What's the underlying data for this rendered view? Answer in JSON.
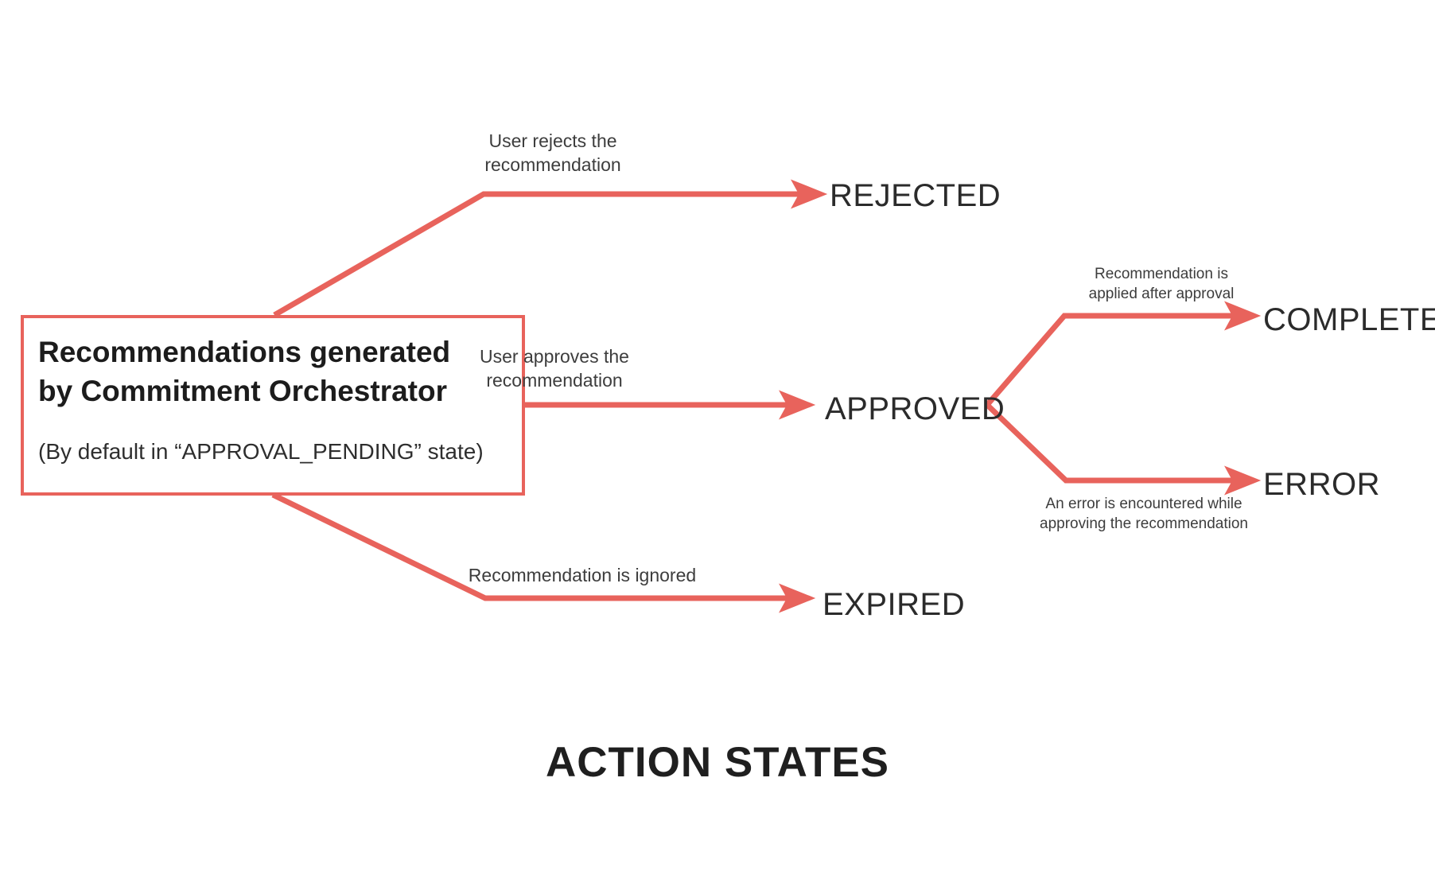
{
  "diagram": {
    "title": "ACTION STATES",
    "accent_color": "#e8635c",
    "text_color": "#2b2b2b",
    "background": "#ffffff",
    "source_node": {
      "title": "Recommendations generated\nby Commitment Orchestrator",
      "subtitle": "(By default in “APPROVAL_PENDING” state)"
    },
    "edges": [
      {
        "id": "to-rejected",
        "label": "User rejects the\nrecommendation",
        "from": "source_node",
        "to": "REJECTED"
      },
      {
        "id": "to-approved",
        "label": "User approves the\nrecommendation",
        "from": "source_node",
        "to": "APPROVED"
      },
      {
        "id": "to-expired",
        "label": "Recommendation is ignored",
        "from": "source_node",
        "to": "EXPIRED"
      },
      {
        "id": "to-completed",
        "label": "Recommendation is\napplied after approval",
        "from": "APPROVED",
        "to": "COMPLETED"
      },
      {
        "id": "to-error",
        "label": "An error is encountered while\napproving the recommendation",
        "from": "APPROVED",
        "to": "ERROR"
      }
    ],
    "states": [
      {
        "id": "rejected",
        "label": "REJECTED"
      },
      {
        "id": "approved",
        "label": "APPROVED"
      },
      {
        "id": "expired",
        "label": "EXPIRED"
      },
      {
        "id": "completed",
        "label": "COMPLETED"
      },
      {
        "id": "error",
        "label": "ERROR"
      }
    ]
  }
}
